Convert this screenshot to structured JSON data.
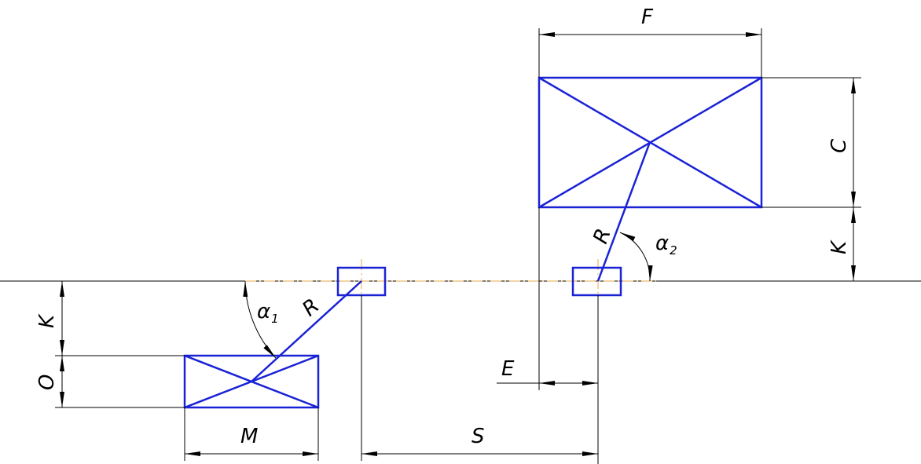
{
  "diagram": {
    "labels": {
      "F": "F",
      "C": "C",
      "K_right": "K",
      "R_right": "R",
      "alpha2": "α",
      "alpha2_sub": "2",
      "E": "E",
      "K_left": "K",
      "O": "O",
      "R_left": "R",
      "alpha1": "α",
      "alpha1_sub": "1",
      "M": "M",
      "S": "S"
    },
    "colors": {
      "outline": "#1a22d6",
      "dimension": "#000000",
      "axis": "#e7a84a"
    }
  }
}
